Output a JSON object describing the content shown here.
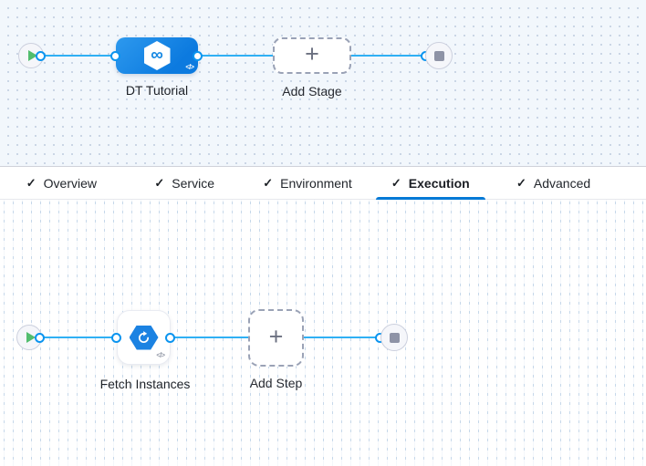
{
  "stage_canvas": {
    "stage": {
      "name": "DT Tutorial",
      "icon_glyph": "∞",
      "code_icon": "</>"
    },
    "add_stage_label": "Add Stage",
    "plus_glyph": "+"
  },
  "tabbar": {
    "check_glyph": "✓",
    "active_tab": "Execution",
    "tabs": [
      {
        "label": "Overview",
        "checked": true
      },
      {
        "label": "Service",
        "checked": true
      },
      {
        "label": "Environment",
        "checked": true
      },
      {
        "label": "Execution",
        "checked": true,
        "active": true
      },
      {
        "label": "Advanced",
        "checked": true
      }
    ]
  },
  "execution_canvas": {
    "step": {
      "name": "Fetch Instances",
      "code_icon": "</>"
    },
    "add_step_label": "Add Step",
    "plus_glyph": "+"
  },
  "colors": {
    "accent_blue": "#0379d6",
    "connector_blue": "#2fb0f4",
    "stage_blue": "#1487e3",
    "play_green": "#52bd6e",
    "end_node_gray": "#8e93a6"
  }
}
